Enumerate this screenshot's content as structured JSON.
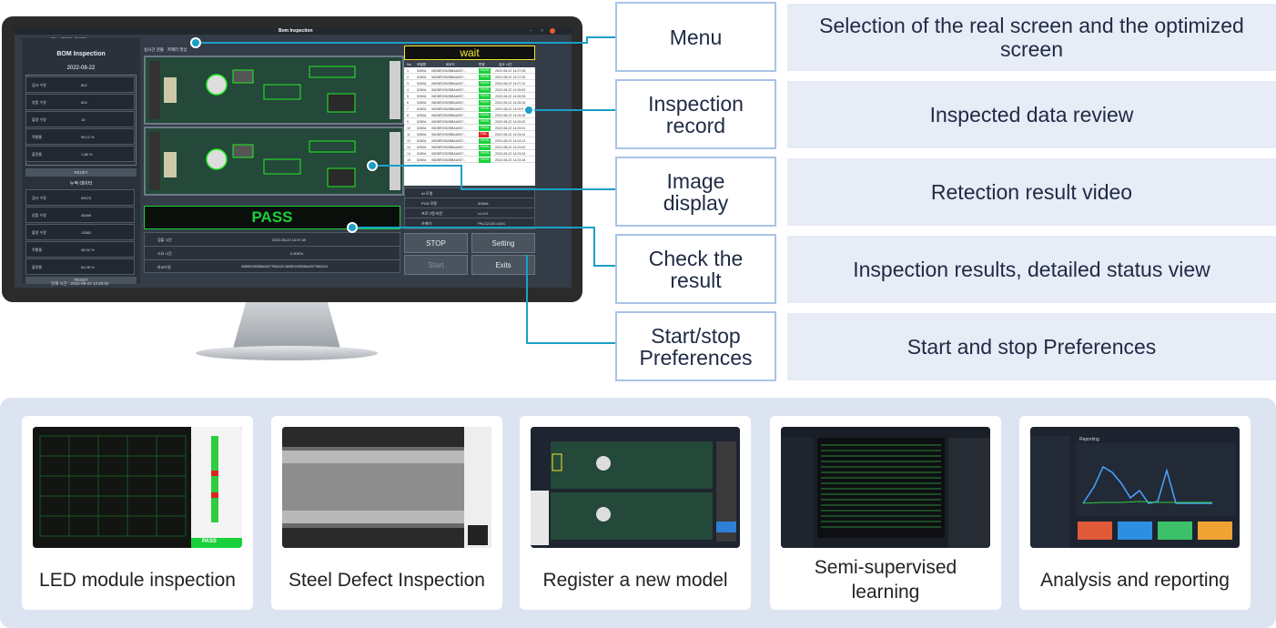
{
  "monitor": {
    "window_title": "Bom Inspection",
    "menu_items": [
      "메뉴",
      "데이터",
      "도움말"
    ],
    "app_title": "BOM Inspection",
    "date": "2022-08-22",
    "stats_top": [
      {
        "label": "검사 수량",
        "value": "802"
      },
      {
        "label": "양품 수량",
        "value": "800"
      },
      {
        "label": "불량 수량",
        "value": "15"
      },
      {
        "label": "직행율",
        "value": "98.12 %"
      },
      {
        "label": "불량율",
        "value": "1.88 %"
      }
    ],
    "reset_label": "RESET",
    "cumulative_title": "누적 데이터",
    "stats_cum": [
      {
        "label": "검사 수량",
        "value": "59075"
      },
      {
        "label": "양품 수량",
        "value": "45496"
      },
      {
        "label": "불량 수량",
        "value": "13582"
      },
      {
        "label": "직행율",
        "value": "45.92 %"
      },
      {
        "label": "불량율",
        "value": "54.08 %"
      }
    ],
    "status_bar": "현재 시간 : 2022-08-22  14:28:02",
    "camera_tabs": [
      "실시간 검출",
      "카메라 영상"
    ],
    "wait_label": "wait",
    "table_headers": [
      "No",
      "모델명",
      "바코드",
      "판정",
      "검사 시간"
    ],
    "table_rows": [
      {
        "no": "1",
        "model": "5280A",
        "barcode": "06DBR2052BBAA057...",
        "result": "PASS",
        "fail": false,
        "time": "2022-08-22 14:27:08"
      },
      {
        "no": "2",
        "model": "5280A",
        "barcode": "06DBR2052BBAA057...",
        "result": "PASS",
        "fail": false,
        "time": "2022-08-22 14:27:30"
      },
      {
        "no": "3",
        "model": "5280A",
        "barcode": "06DBR2052BBAA057...",
        "result": "PASS",
        "fail": false,
        "time": "2022-08-22 14:27:12"
      },
      {
        "no": "4",
        "model": "5280A",
        "barcode": "06DBR2052BBAA057...",
        "result": "PASS",
        "fail": false,
        "time": "2022-08-22 14:26:53"
      },
      {
        "no": "5",
        "model": "5280A",
        "barcode": "06DBR2052BBAA057...",
        "result": "PASS",
        "fail": false,
        "time": "2022-08-22 14:26:35"
      },
      {
        "no": "6",
        "model": "5280A",
        "barcode": "06DBR2052BBAA057...",
        "result": "PASS",
        "fail": false,
        "time": "2022-08-22 14:26:16"
      },
      {
        "no": "7",
        "model": "5280A",
        "barcode": "06DBR2052BBAA057...",
        "result": "PASS",
        "fail": false,
        "time": "2022-08-22 14:25:57"
      },
      {
        "no": "8",
        "model": "5280A",
        "barcode": "06DBR2052BBAA057...",
        "result": "PASS",
        "fail": false,
        "time": "2022-08-22 14:25:38"
      },
      {
        "no": "9",
        "model": "5280A",
        "barcode": "06DBR2052BBAA057...",
        "result": "PASS",
        "fail": false,
        "time": "2022-08-22 14:25:20"
      },
      {
        "no": "10",
        "model": "5280A",
        "barcode": "06DBR2052BBAA057...",
        "result": "PASS",
        "fail": false,
        "time": "2022-08-22 14:25:01"
      },
      {
        "no": "11",
        "model": "5280A",
        "barcode": "06DBR2052BBAA057...",
        "result": "FAIL",
        "fail": true,
        "time": "2022-08-22 14:24:42"
      },
      {
        "no": "12",
        "model": "5280A",
        "barcode": "06DBR2052BBAA057...",
        "result": "PASS",
        "fail": false,
        "time": "2022-08-22 14:24:13"
      },
      {
        "no": "13",
        "model": "5280A",
        "barcode": "06DBR2052BBAA057...",
        "result": "PASS",
        "fail": false,
        "time": "2022-08-22 14:23:52"
      },
      {
        "no": "14",
        "model": "5280A",
        "barcode": "06DBR2052BBAA057...",
        "result": "PASS",
        "fail": false,
        "time": "2022-08-22 14:23:34"
      },
      {
        "no": "15",
        "model": "5280A",
        "barcode": "06DBR2052BBAA057...",
        "result": "PASS",
        "fail": false,
        "time": "2022-08-22 14:23:16"
      }
    ],
    "info_rows": [
      {
        "label": "AI 모델",
        "value": ""
      },
      {
        "label": "PCB 모델",
        "value": "5280A"
      },
      {
        "label": "프로그램 버전",
        "value": "v1.9.0"
      },
      {
        "label": "카메라",
        "value": "PN-CZ120-10UC"
      }
    ],
    "pass_label": "PASS",
    "result_rows": [
      {
        "label": "검출 시간",
        "value": "2022-08-22 14:37:49"
      },
      {
        "label": "소요 시간",
        "value": "0.9057s"
      },
      {
        "label": "바코드명",
        "value": "06DBR2052BBAA057TB62420.06DBR2052BBAA057TB62419"
      }
    ],
    "buttons": {
      "stop": "STOP",
      "setting": "Setting",
      "start": "Start",
      "exits": "Exits"
    }
  },
  "features": [
    {
      "label": "Menu",
      "description": "Selection of the real screen and the optimized screen"
    },
    {
      "label": "Inspection\nrecord",
      "description": "Inspected data review"
    },
    {
      "label": "Image\ndisplay",
      "description": "Retection result video"
    },
    {
      "label": "Check the\nresult",
      "description": "Inspection results, detailed status view"
    },
    {
      "label": "Start/stop\nPreferences",
      "description": "Start and stop Preferences"
    }
  ],
  "applications": [
    {
      "label": "LED module inspection",
      "thumb_text": "PASS"
    },
    {
      "label": "Steel Defect Inspection"
    },
    {
      "label": "Register a new model"
    },
    {
      "label": "Semi-supervised\nlearning"
    },
    {
      "label": "Analysis and reporting",
      "thumb_text": "Reporting"
    }
  ],
  "colors": {
    "accent": "#1aa0c6",
    "pass_green": "#19d13a",
    "wait_yellow": "#f5e62a",
    "fail_red": "#e02222",
    "panel_bg": "#dde4f1",
    "desc_bg": "#e7ecf6"
  }
}
